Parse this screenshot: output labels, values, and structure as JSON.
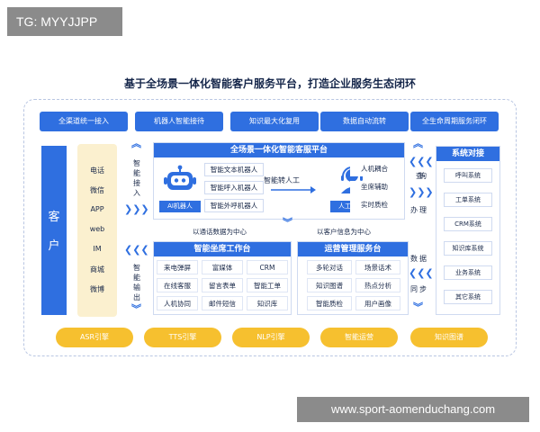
{
  "watermarks": {
    "top": "TG: MYYJJPP",
    "bottom": "www.sport-aomenduchang.com"
  },
  "title": "基于全场景一体化智能客户服务平台，打造企业服务生态闭环",
  "capabilities": [
    "全渠道统一接入",
    "机器人智能接待",
    "知识最大化复用",
    "数据自动流转",
    "全生命周期服务闭环"
  ],
  "customer": {
    "chars": [
      "客",
      "户"
    ]
  },
  "channels": [
    "电话",
    "微信",
    "APP",
    "web",
    "IM",
    "商城",
    "微博"
  ],
  "left_arrows": {
    "upper_chars": [
      "智",
      "能",
      "接",
      "入"
    ],
    "lower_chars": [
      "智",
      "能",
      "输",
      "出"
    ]
  },
  "platform": {
    "title": "全场景一体化智能客服平台",
    "robot_label": "AI机器人",
    "robot_items": [
      "智能文本机器人",
      "智能呼入机器人",
      "智能外呼机器人"
    ],
    "transfer": "智能转人工",
    "human_label": "人工坐席",
    "human_items": [
      "人机耦合",
      "坐席辅助",
      "实时质检"
    ]
  },
  "flow_labels": {
    "left": "以通话数据为中心",
    "right": "以客户信息为中心"
  },
  "workbench": {
    "title": "智能坐席工作台",
    "cells": [
      "来电弹屏",
      "富媒体",
      "CRM",
      "在线客服",
      "留言表单",
      "智能工单",
      "人机协同",
      "邮件短信",
      "知识库"
    ]
  },
  "operations": {
    "title": "运营管理服务台",
    "cells": [
      "多轮对话",
      "场景话术",
      "知识图谱",
      "热点分析",
      "智能质检",
      "用户画像"
    ]
  },
  "right_arrows": {
    "upper_chars": [
      "查",
      "询"
    ],
    "upper2_chars": [
      "办",
      "理"
    ],
    "lower_chars": [
      "数",
      "据"
    ],
    "lower2_chars": [
      "同",
      "步"
    ]
  },
  "systems": {
    "title": "系统对接",
    "items": [
      "呼叫系统",
      "工单系统",
      "CRM系统",
      "知识库系统",
      "业务系统",
      "其它系统"
    ]
  },
  "engines": [
    "ASR引擎",
    "TTS引擎",
    "NLP引擎",
    "智能运营",
    "知识图谱"
  ],
  "colors": {
    "primary": "#2f6fe0",
    "engine": "#f6c02f",
    "channel_bg": "#fbf0cf"
  }
}
